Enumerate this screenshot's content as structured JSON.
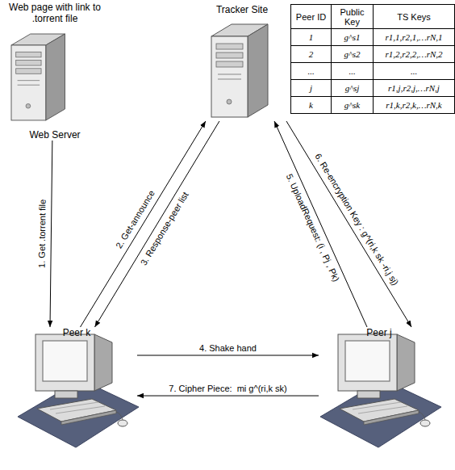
{
  "diagram": {
    "nodes": [
      {
        "text": [
          "Web page with link to .torrent file",
          "Web Server"
        ]
      },
      {
        "text": [
          "Tracker Site"
        ]
      },
      {
        "text": [
          "Peer k"
        ]
      },
      {
        "text": [
          "Peer j"
        ]
      }
    ],
    "edges": [
      {
        "from": 0,
        "to": 2,
        "arrow": "to",
        "label": "1. Get .torrent file"
      },
      {
        "from": 2,
        "to": 1,
        "arrow": "to",
        "label": "2. Get-announce"
      },
      {
        "from": 1,
        "to": 2,
        "arrow": "to",
        "label": "3. Response-peer list"
      },
      {
        "from": 2,
        "to": 3,
        "arrow": "to",
        "label": "4. Shake hand"
      },
      {
        "from": 3,
        "to": 1,
        "arrow": "to",
        "label": "5. UploadRequest: (i , Pj , Pk)"
      },
      {
        "from": 1,
        "to": 3,
        "arrow": "to",
        "label": "6. Re-encryption Key : g^(ri,k sk -ri,j sj)"
      },
      {
        "from": 3,
        "to": 2,
        "arrow": "to",
        "label": "7. Cipher Piece:  mi g^(ri,k sk)"
      }
    ],
    "labels": [
      "Peer ID",
      "Public Key",
      "TS Keys",
      "1",
      "g^s1",
      "r1,1,r2,1,…rN,1",
      "2",
      "g^s2",
      "r1,2,r2,2,…rN,2",
      "...",
      "...",
      "...",
      "j",
      "g^sj",
      "r1,j,r2,j,…rN,j",
      "k",
      "g^sk",
      "r1,k,r2,k,…rN,k"
    ]
  }
}
